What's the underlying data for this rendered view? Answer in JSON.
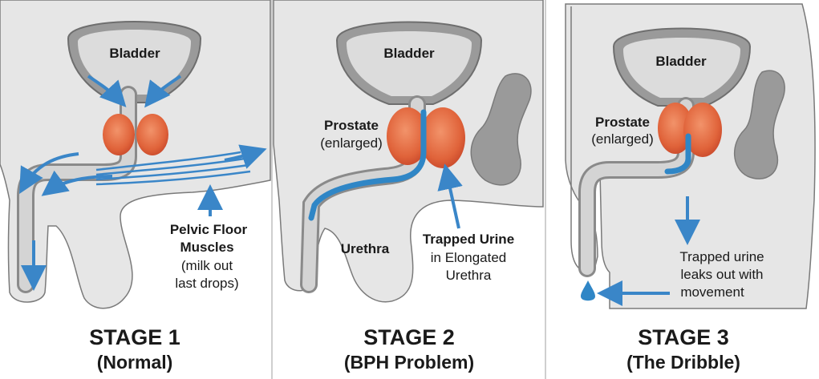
{
  "panels": [
    {
      "stage_title": "STAGE 1",
      "stage_subtitle": "(Normal)",
      "bladder_label": "Bladder",
      "muscle_label_line1": "Pelvic Floor",
      "muscle_label_line2": "Muscles",
      "muscle_note_line1": "(milk out",
      "muscle_note_line2": "last drops)"
    },
    {
      "stage_title": "STAGE 2",
      "stage_subtitle": "(BPH Problem)",
      "bladder_label": "Bladder",
      "prostate_label": "Prostate",
      "prostate_note": "(enlarged)",
      "urethra_label": "Urethra",
      "trapped_label": "Trapped Urine",
      "trapped_note_line1": "in Elongated",
      "trapped_note_line2": "Urethra"
    },
    {
      "stage_title": "STAGE 3",
      "stage_subtitle": "(The Dribble)",
      "bladder_label": "Bladder",
      "prostate_label": "Prostate",
      "prostate_note": "(enlarged)",
      "leak_note_line1": "Trapped urine",
      "leak_note_line2": "leaks out with",
      "leak_note_line3": "movement"
    }
  ],
  "colors": {
    "body": "#e6e6e6",
    "panel_bg": "#f4f4f4",
    "bladder_fill": "#9a9a9a",
    "bladder_inner": "#dcdcdc",
    "prostate": "#e0633a",
    "urine": "#2f86c6",
    "arrow": "#3a86c8",
    "outline": "#6e6e6e"
  }
}
